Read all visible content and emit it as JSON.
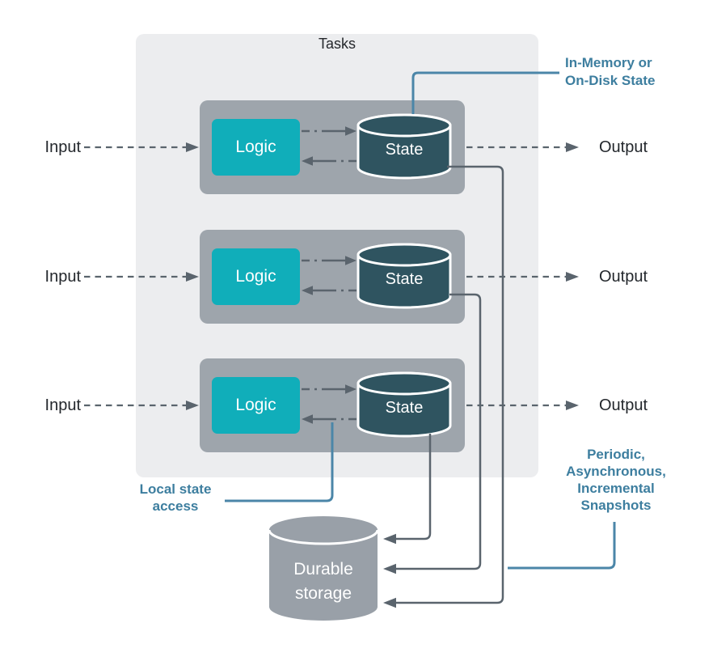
{
  "container": {
    "title": "Tasks"
  },
  "rows": [
    {
      "input": "Input",
      "logic": "Logic",
      "state": "State",
      "output": "Output"
    },
    {
      "input": "Input",
      "logic": "Logic",
      "state": "State",
      "output": "Output"
    },
    {
      "input": "Input",
      "logic": "Logic",
      "state": "State",
      "output": "Output"
    }
  ],
  "storage": {
    "label": "Durable\nstorage"
  },
  "annotations": {
    "memory_state": "In-Memory or\nOn-Disk State",
    "local_access": "Local state\naccess",
    "snapshots": "Periodic,\nAsynchronous,\nIncremental\nSnapshots"
  },
  "colors": {
    "canvas_bg": "#FFFFFF",
    "tasks_container_bg": "#ECEDEF",
    "task_box_gray": "#9EA5AC",
    "logic_teal": "#10AEBA",
    "state_dark": "#2F5460",
    "storage_gray": "#99A0A8",
    "arrow_gray": "#5A646D",
    "callout_blue": "#4B86A8",
    "annotation_text_blue": "#3D7E9F",
    "text_dark": "#25282C"
  }
}
